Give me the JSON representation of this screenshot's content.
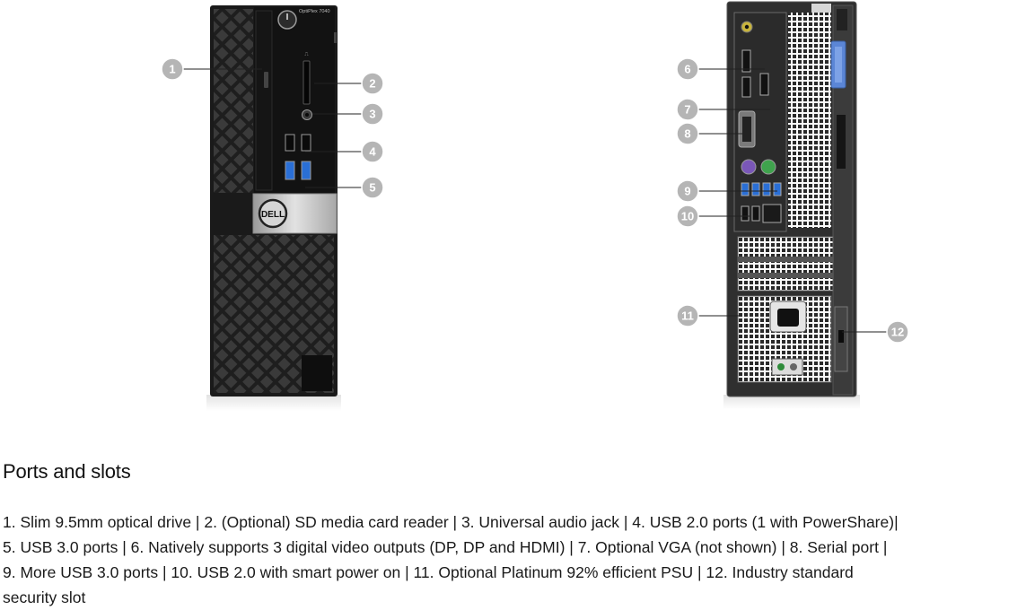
{
  "product": {
    "front_model_text": "OptiPlex 7040",
    "brand_logo_text": "DELL"
  },
  "callouts": [
    "1",
    "2",
    "3",
    "4",
    "5",
    "6",
    "7",
    "8",
    "9",
    "10",
    "11",
    "12"
  ],
  "section": {
    "title": "Ports and slots",
    "lines": [
      "1. Slim 9.5mm optical drive | 2. (Optional) SD media card reader | 3. Universal audio jack | 4. USB 2.0 ports (1 with PowerShare)|",
      "5. USB 3.0 ports | 6. Natively supports 3 digital video outputs (DP, DP and HDMI) | 7. Optional VGA (not shown) | 8. Serial port |",
      "9. More USB 3.0 ports | 10. USB 2.0 with smart power on | 11. Optional Platinum 92% efficient PSU | 12. Industry standard",
      "security slot"
    ]
  },
  "colors": {
    "callout_fill": "#b5b5b5",
    "chassis": "#1c1c1c",
    "usb3_blue": "#2a6fd6",
    "ps2_purple": "#7a57b8",
    "ps2_green": "#3fa34d",
    "latch_blue": "#5b86d6"
  }
}
